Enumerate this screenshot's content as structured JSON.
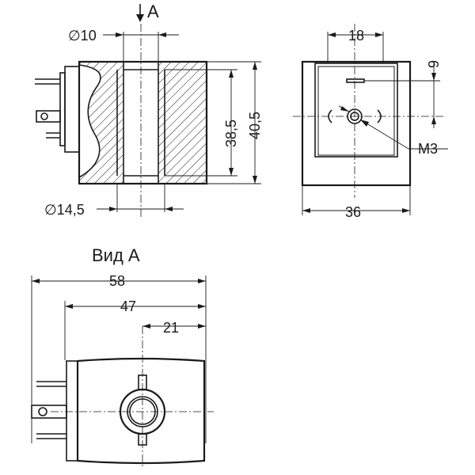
{
  "labels": {
    "view_arrow": "А",
    "diam_bore": "∅10",
    "diam_flange": "∅14,5",
    "height_inner": "38,5",
    "height_outer": "40,5",
    "width_connector": "18",
    "offset_9": "9",
    "thread": "M3",
    "width_body": "36",
    "view_title": "Вид А",
    "len_58": "58",
    "len_47": "47",
    "len_21": "21"
  }
}
